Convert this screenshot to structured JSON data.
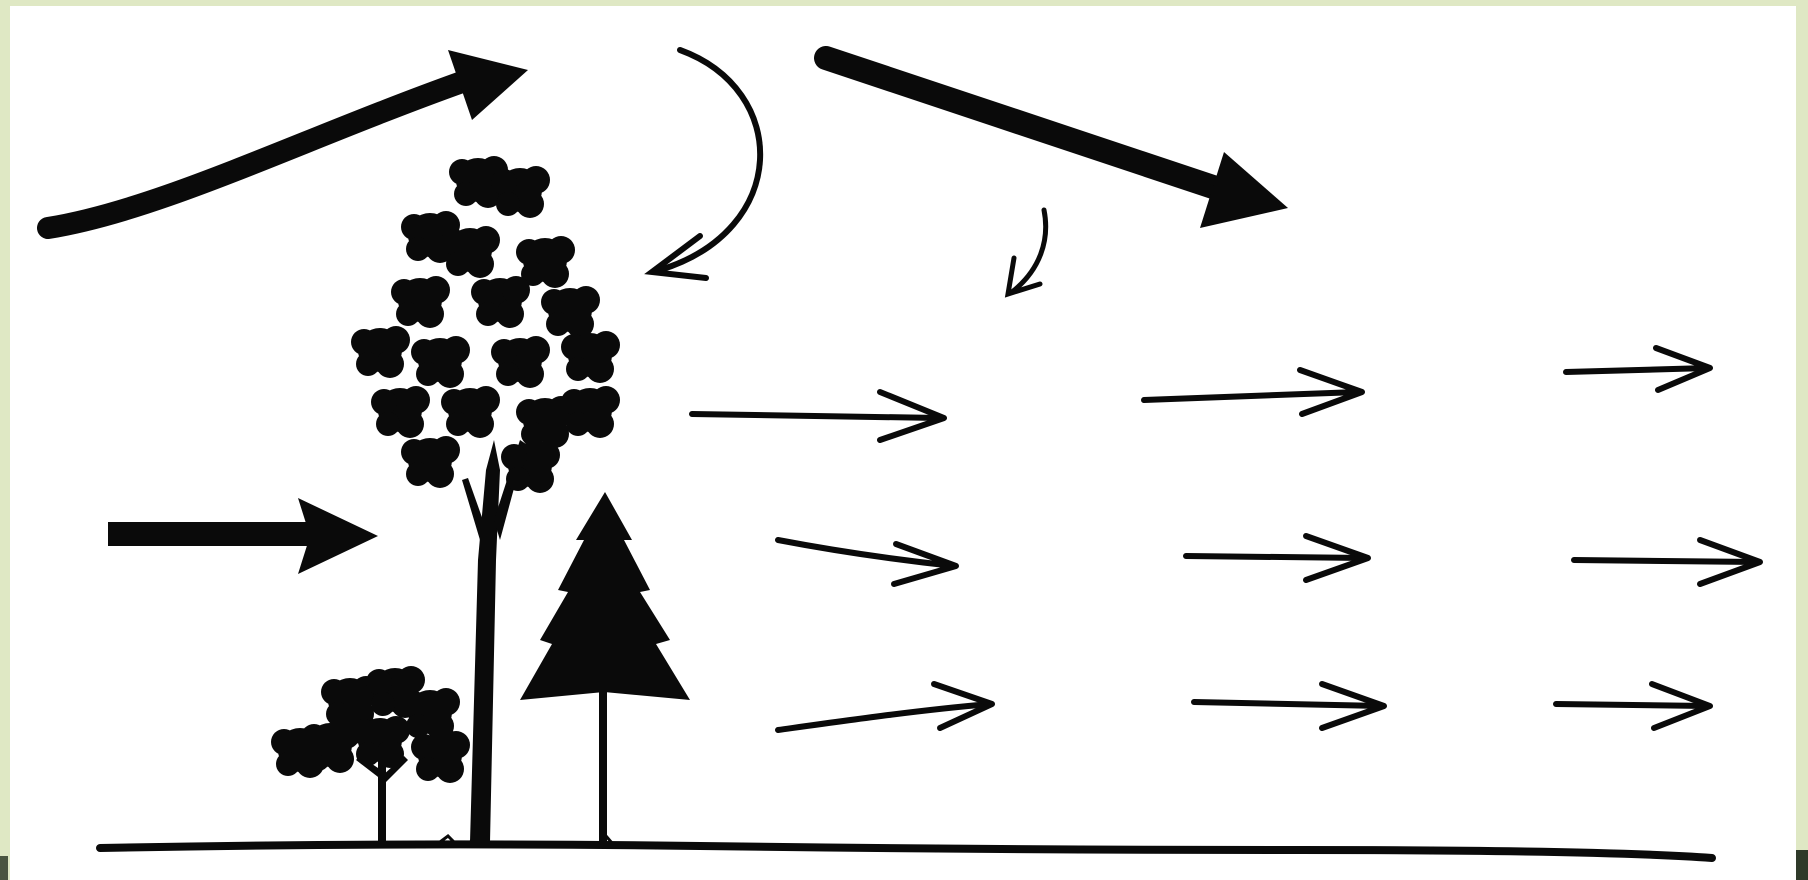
{
  "diagram": {
    "colors": {
      "background": "#ffffff",
      "border": "#dfe8c4",
      "ink": "#0a0a0a"
    },
    "elements": [
      {
        "name": "incoming-wind-upper-arrow",
        "icon": "thick-curved-arrow"
      },
      {
        "name": "incoming-wind-lower-arrow",
        "icon": "thick-arrow"
      },
      {
        "name": "overflow-wind-arrow",
        "icon": "thick-arrow"
      },
      {
        "name": "eddy-arrow",
        "icon": "curved-arrow"
      },
      {
        "name": "downdraft-arrow",
        "icon": "small-curved-arrow"
      },
      {
        "name": "tall-tree",
        "icon": "tree-icon"
      },
      {
        "name": "conifer-tree",
        "icon": "tree-icon"
      },
      {
        "name": "shrub",
        "icon": "shrub-icon"
      },
      {
        "name": "ground-line",
        "icon": "ground"
      }
    ]
  }
}
